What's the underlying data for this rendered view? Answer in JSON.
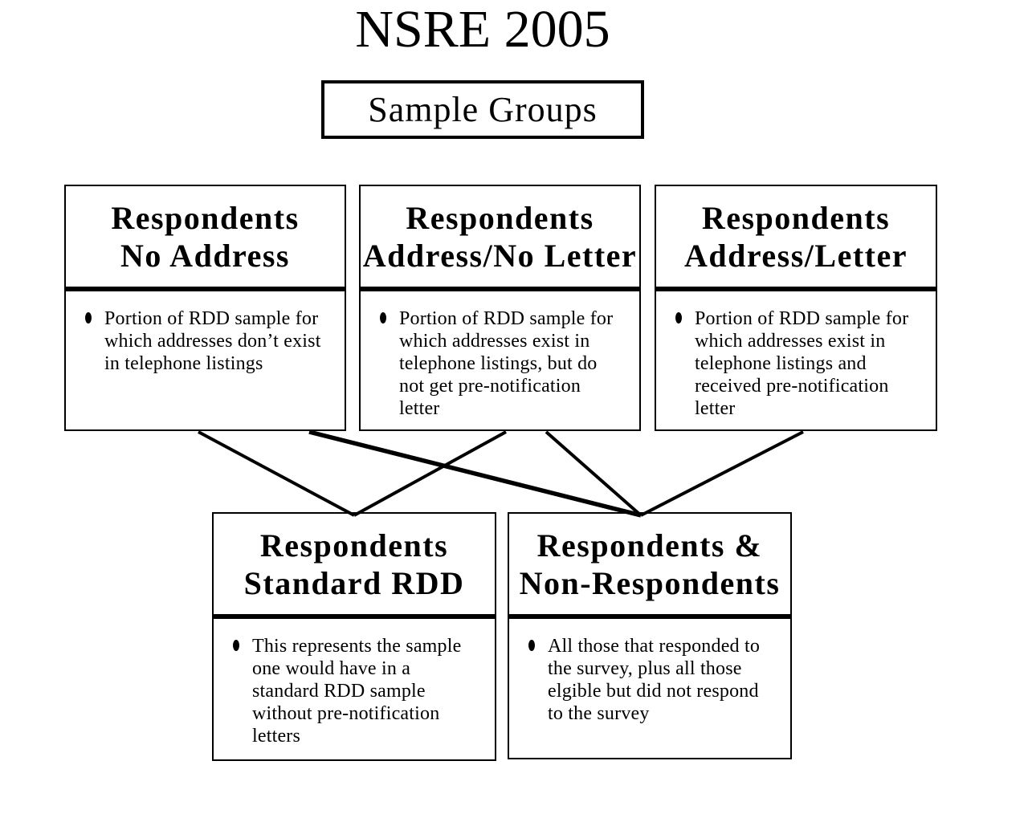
{
  "page": {
    "title": "NSRE 2005",
    "subtitle": "Sample Groups"
  },
  "colors": {
    "ink": "#000000",
    "background": "#ffffff"
  },
  "groups": {
    "no_address": {
      "heading": "Respondents\nNo Address",
      "description": "Portion of RDD sample for\nwhich addresses don’t exist\nin telephone listings"
    },
    "address_no_letter": {
      "heading": "Respondents\nAddress/No Letter",
      "description": "Portion of RDD sample for\nwhich addresses exist in\ntelephone listings, but do\nnot get pre-notification\nletter"
    },
    "address_letter": {
      "heading": "Respondents\nAddress/Letter",
      "description": "Portion of RDD sample for\nwhich addresses exist in\ntelephone listings and\nreceived pre-notification\nletter"
    },
    "standard_rdd": {
      "heading": "Respondents\nStandard RDD",
      "description": "This represents the sample\none would have in a\nstandard RDD sample\nwithout pre-notification\nletters"
    },
    "respondents_nonrespondents": {
      "heading": "Respondents &\nNon-Respondents",
      "description": "All those that responded to\nthe survey, plus all those\nelgible but did not respond\nto the survey"
    }
  },
  "connections": [
    {
      "from": "no_address",
      "to": "standard_rdd"
    },
    {
      "from": "no_address",
      "to": "respondents_nonrespondents"
    },
    {
      "from": "address_no_letter",
      "to": "standard_rdd"
    },
    {
      "from": "address_no_letter",
      "to": "respondents_nonrespondents"
    },
    {
      "from": "address_letter",
      "to": "respondents_nonrespondents"
    }
  ]
}
